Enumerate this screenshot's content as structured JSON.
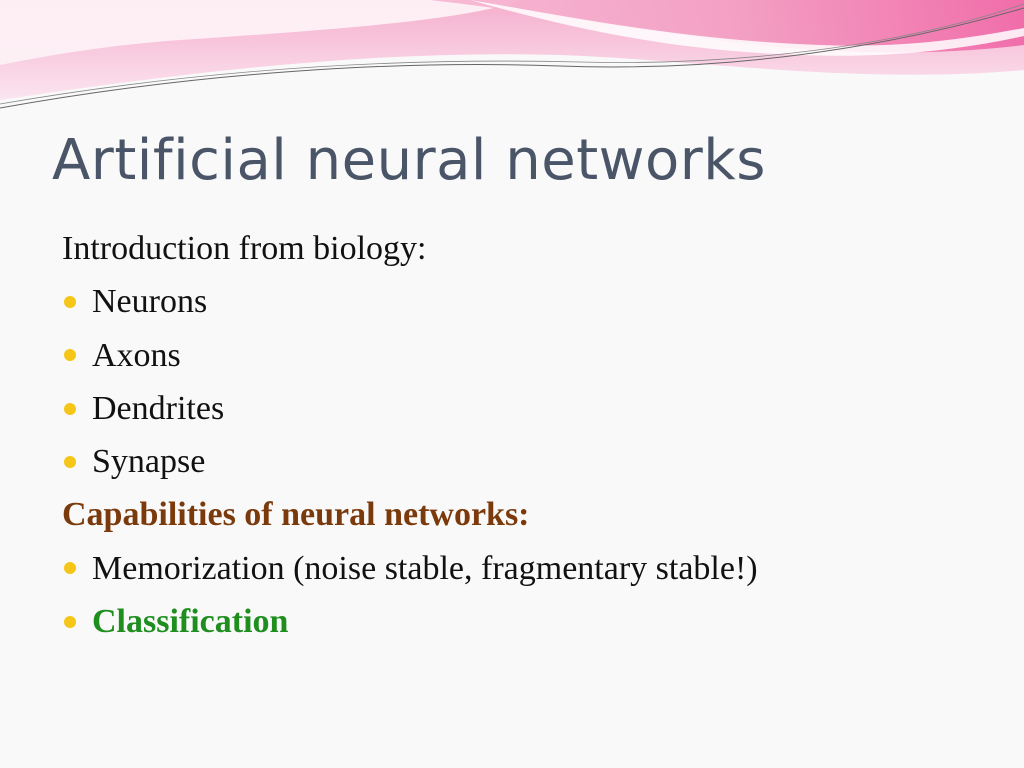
{
  "slide": {
    "title": "Artificial neural networks",
    "intro": "Introduction from biology:",
    "biology_items": [
      "Neurons",
      "Axons",
      "Dendrites",
      "Synapse"
    ],
    "capabilities_heading": "Capabilities of neural networks:",
    "capability_items": [
      "Memorization (noise stable, fragmentary stable!)",
      "Classification"
    ]
  },
  "colors": {
    "title": "#4a5568",
    "bullet": "#f5c518",
    "capabilities_heading": "#7a3a0c",
    "highlight": "#1e8e1e",
    "banner_pink": "#f06aa8"
  }
}
